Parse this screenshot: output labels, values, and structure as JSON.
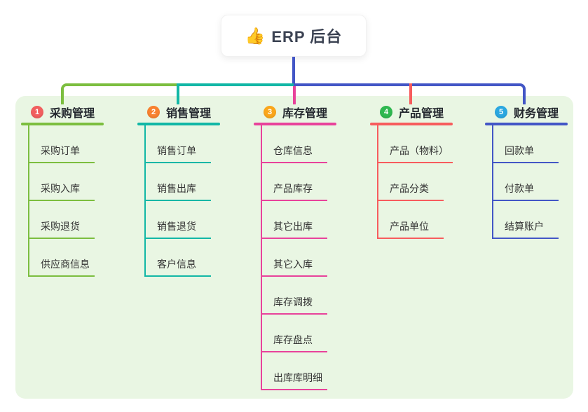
{
  "root": {
    "icon": "👍",
    "label": "ERP 后台"
  },
  "colors": {
    "root_stem": "#4356C6",
    "panel_background": "#E9F6E3"
  },
  "branches": [
    {
      "num": "1",
      "label": "采购管理",
      "line_color": "#7CBE3F",
      "badge_color": "#F15F5F",
      "children": [
        "采购订单",
        "采购入库",
        "采购退货",
        "供应商信息"
      ]
    },
    {
      "num": "2",
      "label": "销售管理",
      "line_color": "#12B7A6",
      "badge_color": "#F8812F",
      "children": [
        "销售订单",
        "销售出库",
        "销售退货",
        "客户信息"
      ]
    },
    {
      "num": "3",
      "label": "库存管理",
      "line_color": "#E8429B",
      "badge_color": "#FAA61B",
      "children": [
        "仓库信息",
        "产品库存",
        "其它出库",
        "其它入库",
        "库存调拨",
        "库存盘点",
        "出库库明细"
      ]
    },
    {
      "num": "4",
      "label": "产品管理",
      "line_color": "#F75C5D",
      "badge_color": "#2FB850",
      "children": [
        "产品（物料）",
        "产品分类",
        "产品单位"
      ]
    },
    {
      "num": "5",
      "label": "财务管理",
      "line_color": "#4356C6",
      "badge_color": "#2BA7E0",
      "children": [
        "回款单",
        "付款单",
        "结算账户"
      ]
    }
  ]
}
